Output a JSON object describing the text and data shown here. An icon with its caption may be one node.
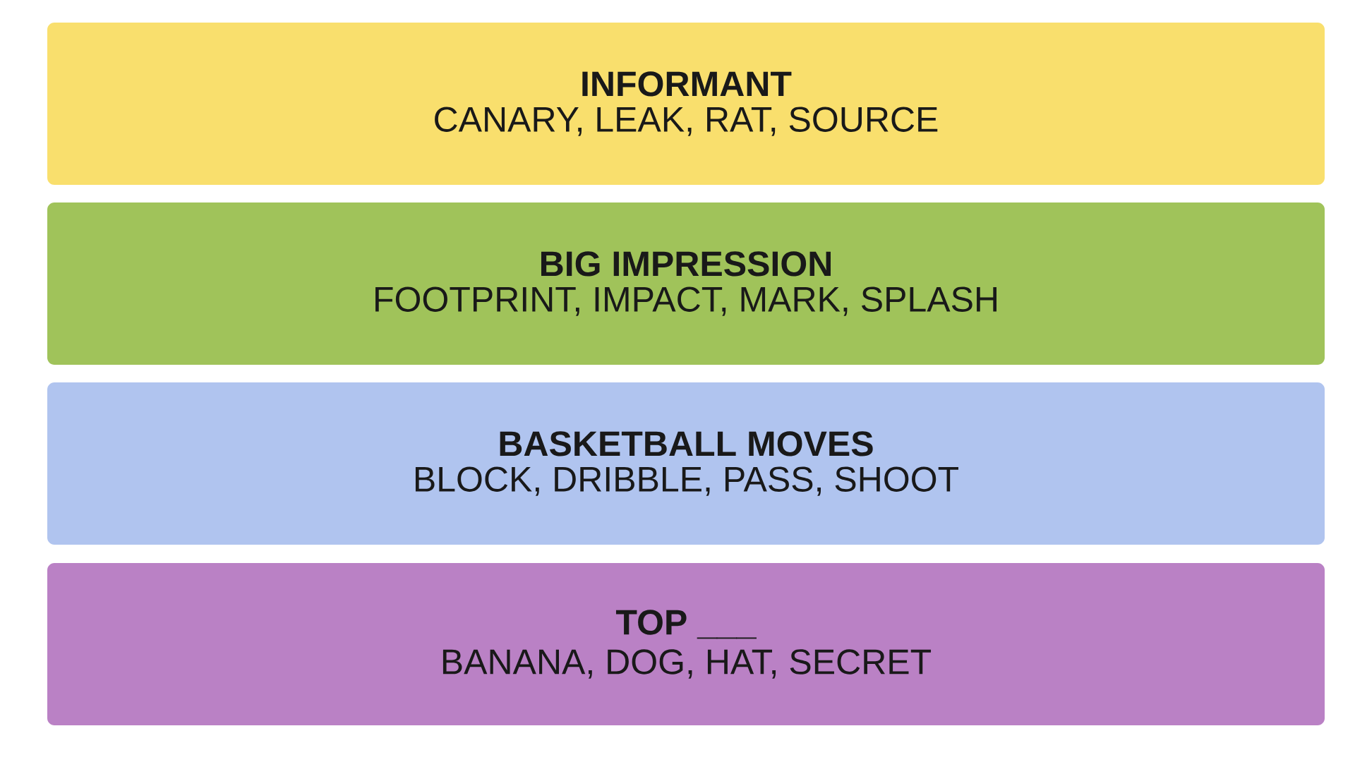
{
  "diagram": {
    "nodes": [
      {
        "text": [
          "INFORMANT",
          "CANARY, LEAK, RAT, SOURCE"
        ]
      },
      {
        "text": [
          "BIG IMPRESSION",
          "FOOTPRINT, IMPACT, MARK, SPLASH"
        ]
      },
      {
        "text": [
          "BASKETBALL MOVES",
          "BLOCK, DRIBBLE, PASS, SHOOT"
        ]
      },
      {
        "text": [
          "TOP ___",
          "BANANA, DOG, HAT, SECRET"
        ]
      }
    ]
  }
}
